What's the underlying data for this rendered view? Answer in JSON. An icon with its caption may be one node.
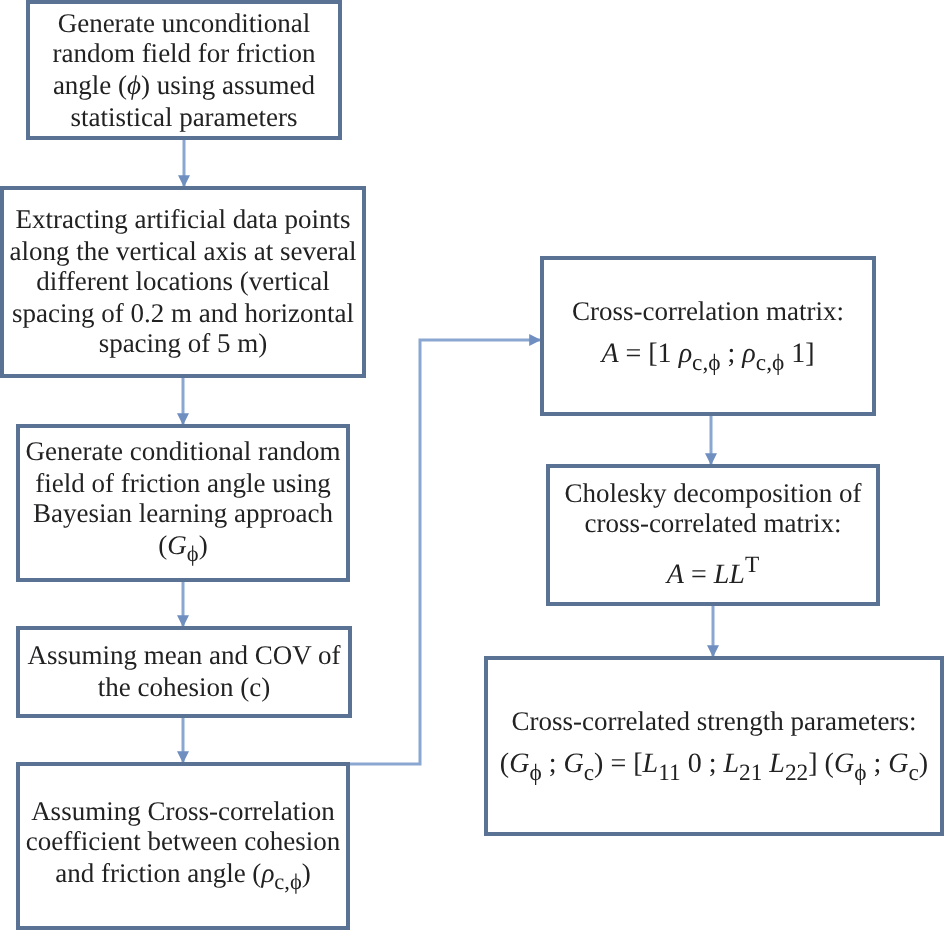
{
  "diagram": {
    "nodes": [
      {
        "text": [
          "Generate unconditional random field for friction angle (*ϕ*) using assumed statistical parameters"
        ]
      },
      {
        "text": [
          "Extracting artificial data points along the vertical axis at several different locations (vertical spacing of 0.2 m and horizontal spacing of 5 m)"
        ]
      },
      {
        "text": [
          "Generate conditional random field of friction angle using Bayesian learning approach (*G*$_{ϕ}$)"
        ]
      },
      {
        "text": [
          "Assuming mean and COV of the cohesion (c)"
        ]
      },
      {
        "text": [
          "Assuming Cross-correlation coefficient between cohesion and friction angle (*ρ*$_{c,ϕ}$)"
        ]
      },
      {
        "text": [
          "Cross-correlation matrix:",
          "*A* = [1 *ρ*$_{c,ϕ}$ ; *ρ*$_{c,ϕ}$ 1]"
        ]
      },
      {
        "text": [
          "Cholesky decomposition of cross-correlated matrix:",
          "*A* = *LL*$^{T}$"
        ]
      },
      {
        "text": [
          "Cross-correlated strength parameters:",
          "(*G*$_{ϕ}$ ; *G*$_{c}$) = [*L*$_{11}$ 0 ; *L*$_{21}$ *L*$_{22}$] (*G*$_{ϕ}$ ; *G*$_{c}$)"
        ]
      }
    ],
    "edges": [
      {
        "from": 0,
        "to": 1,
        "arrow": "to"
      },
      {
        "from": 1,
        "to": 2,
        "arrow": "to"
      },
      {
        "from": 2,
        "to": 3,
        "arrow": "to"
      },
      {
        "from": 3,
        "to": 4,
        "arrow": "to"
      },
      {
        "from": 4,
        "to": 5,
        "arrow": "to"
      },
      {
        "from": 5,
        "to": 6,
        "arrow": "to"
      },
      {
        "from": 6,
        "to": 7,
        "arrow": "to"
      }
    ]
  }
}
